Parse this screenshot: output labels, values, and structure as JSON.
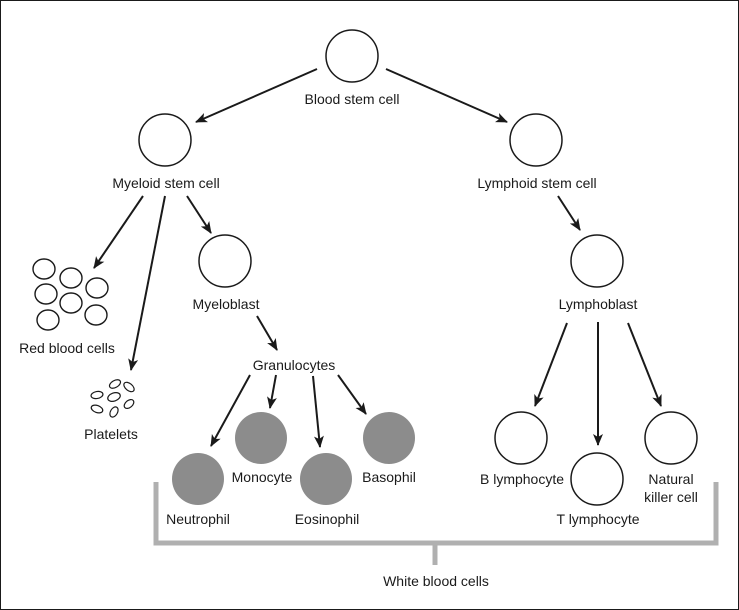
{
  "title": "Blood cell development",
  "colors": {
    "line": "#1a1a1a",
    "cell_fill_open": "#ffffff",
    "cell_fill_white_blood": "#8c8c8c",
    "bracket": "#b0b0b0"
  },
  "nodes": {
    "blood_stem_cell": "Blood stem cell",
    "myeloid_stem_cell": "Myeloid stem cell",
    "lymphoid_stem_cell": "Lymphoid stem cell",
    "red_blood_cells": "Red blood cells",
    "platelets": "Platelets",
    "myeloblast": "Myeloblast",
    "granulocytes": "Granulocytes",
    "neutrophil": "Neutrophil",
    "monocyte": "Monocyte",
    "eosinophil": "Eosinophil",
    "basophil": "Basophil",
    "lymphoblast": "Lymphoblast",
    "b_lymphocyte": "B lymphocyte",
    "t_lymphocyte": "T lymphocyte",
    "natural_killer_line1": "Natural",
    "natural_killer_line2": "killer cell"
  },
  "group_label": "White blood cells",
  "edges": [
    [
      "blood_stem_cell",
      "myeloid_stem_cell"
    ],
    [
      "blood_stem_cell",
      "lymphoid_stem_cell"
    ],
    [
      "myeloid_stem_cell",
      "red_blood_cells"
    ],
    [
      "myeloid_stem_cell",
      "platelets"
    ],
    [
      "myeloid_stem_cell",
      "myeloblast"
    ],
    [
      "myeloblast",
      "granulocytes"
    ],
    [
      "granulocytes",
      "neutrophil"
    ],
    [
      "granulocytes",
      "monocyte"
    ],
    [
      "granulocytes",
      "eosinophil"
    ],
    [
      "granulocytes",
      "basophil"
    ],
    [
      "lymphoid_stem_cell",
      "lymphoblast"
    ],
    [
      "lymphoblast",
      "b_lymphocyte"
    ],
    [
      "lymphoblast",
      "t_lymphocyte"
    ],
    [
      "lymphoblast",
      "natural_killer_cell"
    ]
  ]
}
